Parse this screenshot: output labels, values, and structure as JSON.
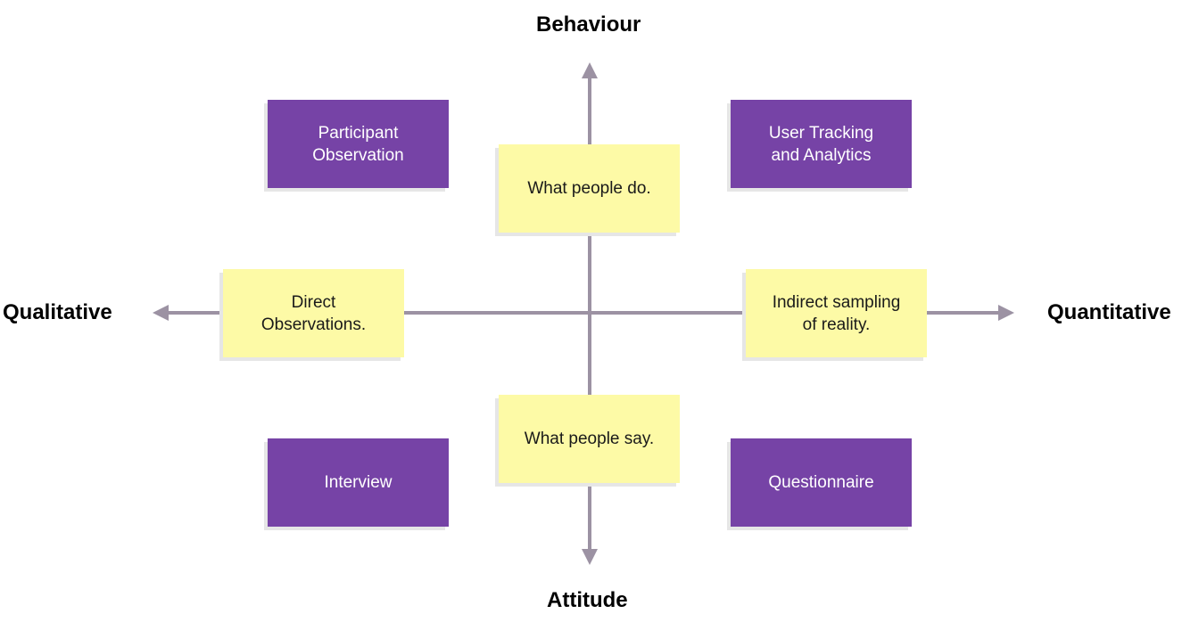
{
  "axes": {
    "top_label": "Behaviour",
    "bottom_label": "Attitude",
    "left_label": "Qualitative",
    "right_label": "Quantitative"
  },
  "notes": {
    "participant_observation": "Participant\nObservation",
    "user_tracking": "User Tracking\nand Analytics",
    "interview": "Interview",
    "questionnaire": "Questionnaire",
    "what_people_do": "What people do.",
    "what_people_say": "What people say.",
    "direct_observations": "Direct\nObservations.",
    "indirect_sampling": "Indirect sampling\nof reality."
  },
  "colors": {
    "axis": "#9c92a3",
    "purple_note": "#7643a6",
    "yellow_note": "#fdfaa6",
    "shadow": "#e6e6e6"
  }
}
